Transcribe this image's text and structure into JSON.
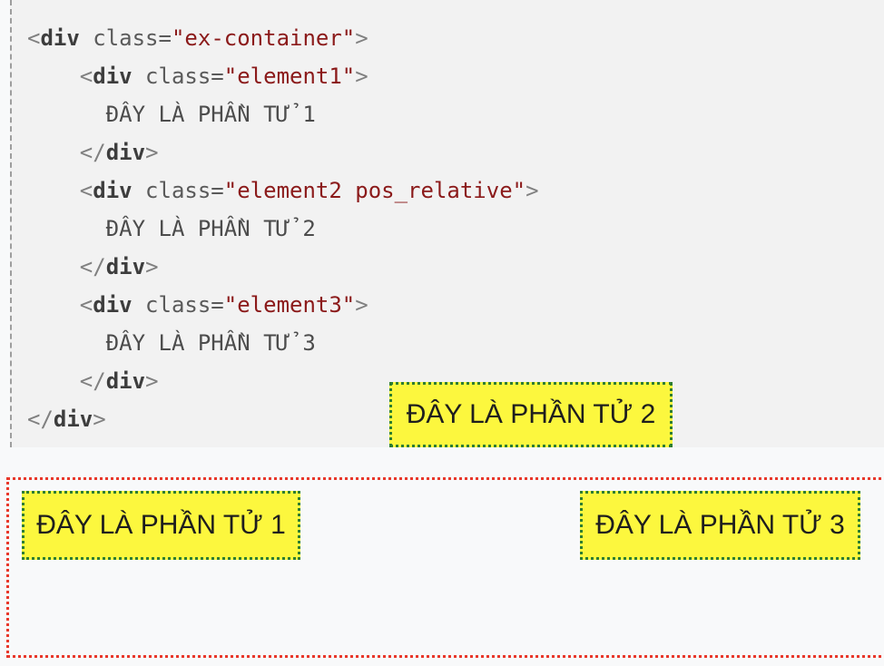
{
  "colors": {
    "page-bg": "#f8f9fa",
    "code-bg": "#f2f2f2",
    "code-dash-border": "#9e9e9e",
    "tok-punct": "#808080",
    "tok-tag": "#3d3d3d",
    "tok-attr": "#5a5a5a",
    "tok-value": "#8b1a1a",
    "tok-text": "#4c4c4c",
    "demo-red-border": "#e8382b",
    "demo-green-border": "#2e7d32",
    "demo-yellow-bg": "#fcf73e",
    "demo-text": "#1e1e1e"
  },
  "code_block": {
    "lines": [
      [
        [
          "punct",
          "<"
        ],
        [
          "tag",
          "div"
        ],
        [
          "attr",
          " class="
        ],
        [
          "value",
          "\"ex-container\""
        ],
        [
          "punct",
          ">"
        ]
      ],
      [
        [
          "punct",
          "    <"
        ],
        [
          "tag",
          "div"
        ],
        [
          "attr",
          " class="
        ],
        [
          "value",
          "\"element1\""
        ],
        [
          "punct",
          ">"
        ]
      ],
      [
        [
          "text",
          "      ĐÂY LÀ PHẦN TỬ 1"
        ]
      ],
      [
        [
          "punct",
          "    </"
        ],
        [
          "tag",
          "div"
        ],
        [
          "punct",
          ">"
        ]
      ],
      [
        [
          "punct",
          "    <"
        ],
        [
          "tag",
          "div"
        ],
        [
          "attr",
          " class="
        ],
        [
          "value",
          "\"element2 pos_relative\""
        ],
        [
          "punct",
          ">"
        ]
      ],
      [
        [
          "text",
          "      ĐÂY LÀ PHẦN TỬ 2"
        ]
      ],
      [
        [
          "punct",
          "    </"
        ],
        [
          "tag",
          "div"
        ],
        [
          "punct",
          ">"
        ]
      ],
      [
        [
          "punct",
          "    <"
        ],
        [
          "tag",
          "div"
        ],
        [
          "attr",
          " class="
        ],
        [
          "value",
          "\"element3\""
        ],
        [
          "punct",
          ">"
        ]
      ],
      [
        [
          "text",
          "      ĐÂY LÀ PHẦN TỬ 3"
        ]
      ],
      [
        [
          "punct",
          "    </"
        ],
        [
          "tag",
          "div"
        ],
        [
          "punct",
          ">"
        ]
      ],
      [
        [
          "punct",
          "</"
        ],
        [
          "tag",
          "div"
        ],
        [
          "punct",
          ">"
        ]
      ]
    ]
  },
  "demo": {
    "boxes": [
      {
        "label": "ĐÂY LÀ PHẦN TỬ 1"
      },
      {
        "label": "ĐÂY LÀ PHẦN TỬ 2"
      },
      {
        "label": "ĐÂY LÀ PHẦN TỬ 3"
      }
    ]
  }
}
